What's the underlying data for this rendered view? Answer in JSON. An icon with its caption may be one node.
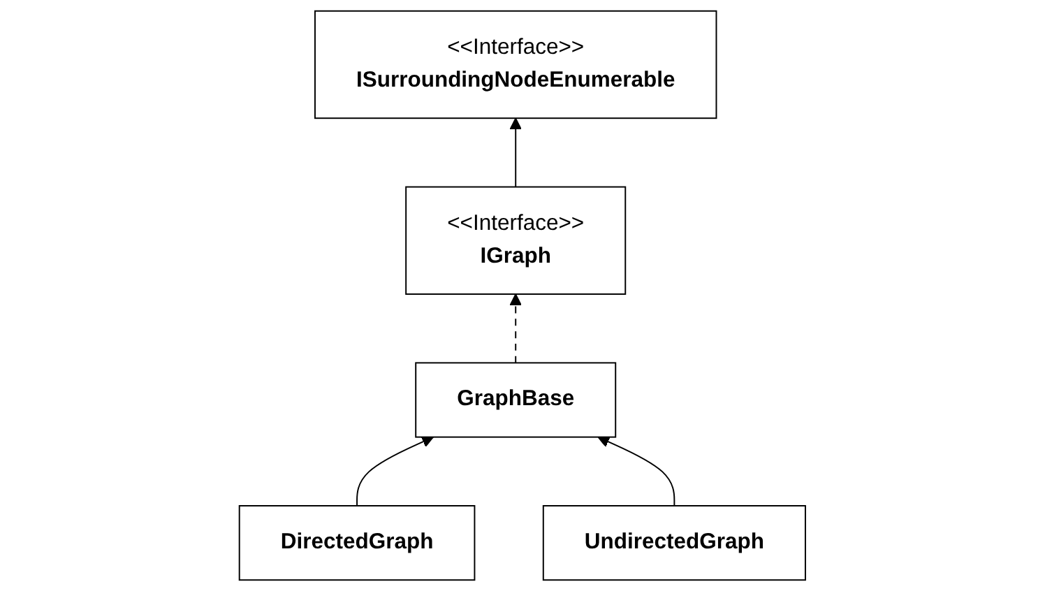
{
  "diagram": {
    "nodes": [
      {
        "text": [
          "<<Interface>>",
          "ISurroundingNodeEnumerable"
        ]
      },
      {
        "text": [
          "<<Interface>>",
          "IGraph"
        ]
      },
      {
        "text": [
          "DirectedGraph"
        ]
      },
      {
        "text": [
          "GraphBase"
        ]
      },
      {
        "text": [
          "UndirectedGraph"
        ]
      }
    ],
    "edges": [
      {
        "from": 1,
        "to": 0,
        "arrow": "to"
      },
      {
        "from": 3,
        "to": 1,
        "arrow": "to",
        "style": "dashed"
      },
      {
        "from": 2,
        "to": 3,
        "arrow": "to"
      },
      {
        "from": 4,
        "to": 3,
        "arrow": "to"
      }
    ]
  }
}
